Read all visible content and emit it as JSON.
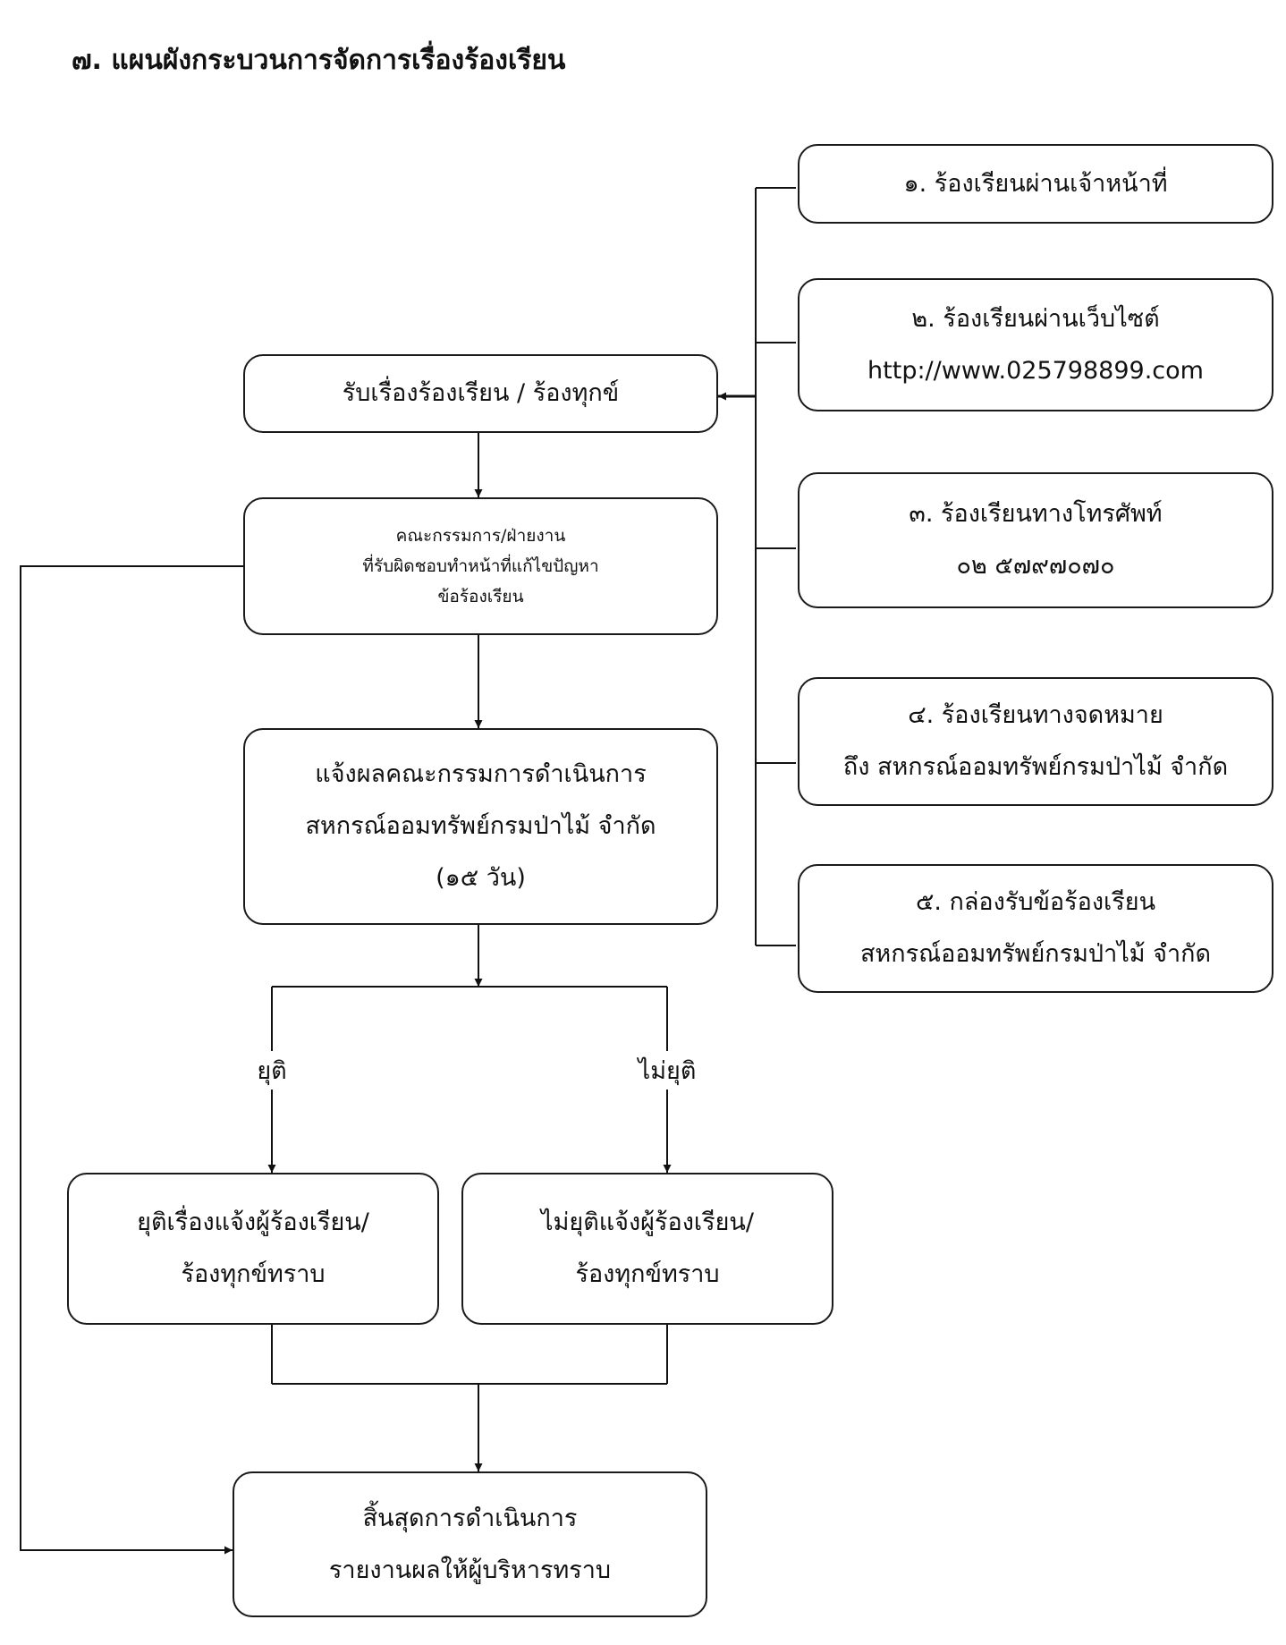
{
  "title": "๗. แผนผังกระบวนการจัดการเรื่องร้องเรียน",
  "channels": [
    {
      "lines": [
        "๑. ร้องเรียนผ่านเจ้าหน้าที่"
      ]
    },
    {
      "lines": [
        "๒. ร้องเรียนผ่านเว็บไซต์",
        "http://www.025798899.com"
      ]
    },
    {
      "lines": [
        "๓. ร้องเรียนทางโทรศัพท์",
        "๐๒ ๕๗๙๗๐๗๐"
      ]
    },
    {
      "lines": [
        "๔. ร้องเรียนทางจดหมาย",
        "ถึง สหกรณ์ออมทรัพย์กรมป่าไม้ จำกัด"
      ]
    },
    {
      "lines": [
        "๕. กล่องรับข้อร้องเรียน",
        "สหกรณ์ออมทรัพย์กรมป่าไม้  จำกัด"
      ]
    }
  ],
  "steps": {
    "receive": {
      "lines": [
        "รับเรื่องร้องเรียน / ร้องทุกข์"
      ]
    },
    "committee": {
      "lines": [
        "คณะกรรมการ/ฝ่ายงาน",
        "ที่รับผิดชอบทำหน้าที่แก้ไขปัญหา",
        "ข้อร้องเรียน"
      ]
    },
    "notify_board": {
      "lines": [
        "แจ้งผลคณะกรรมการดำเนินการ",
        "สหกรณ์ออมทรัพย์กรมป่าไม้ จำกัด",
        "(๑๕ วัน)"
      ]
    },
    "resolved": {
      "lines": [
        "ยุติเรื่องแจ้งผู้ร้องเรียน/",
        "ร้องทุกข์ทราบ"
      ]
    },
    "unresolved": {
      "lines": [
        "ไม่ยุติแจ้งผู้ร้องเรียน/",
        "ร้องทุกข์ทราบ"
      ]
    },
    "end": {
      "lines": [
        "สิ้นสุดการดำเนินการ",
        "รายงานผลให้ผู้บริหารทราบ"
      ]
    }
  },
  "branch_labels": {
    "resolved": "ยุติ",
    "unresolved": "ไม่ยุติ"
  }
}
